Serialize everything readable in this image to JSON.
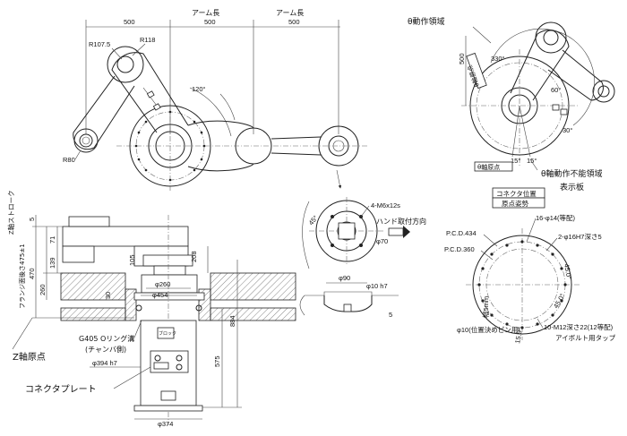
{
  "top_view": {
    "dim_500_a": "500",
    "dim_500_b": "500",
    "dim_500_c": "500",
    "arm_length_1": "アーム長",
    "arm_length_2": "アーム長",
    "r107": "R107.5",
    "r118": "R118",
    "r80": "R80",
    "angle_120": "120°"
  },
  "theta_view": {
    "theta_area": "θ動作領域",
    "theta_no_area": "θ軸動作不能領域",
    "angle_330": "330°",
    "angle_60": "60°",
    "angle_30": "30°",
    "angle_15a": "15°",
    "angle_15b": "15°",
    "dim_500": "500",
    "theta_origin_1": "θ軸原点",
    "theta_origin_2": "θ軸原点",
    "display_plate": "表示板",
    "connector_pos": "コネクタ位置",
    "origin_pose": "原点姿勢"
  },
  "flange_view": {
    "bolt": "4-M6x12s",
    "hand_dir": "ハンド取付方向",
    "phi70": "φ70",
    "angle_45": "45°",
    "phi90": "φ90",
    "phi10h7": "φ10  h7",
    "dim_5": "5"
  },
  "mount_view": {
    "holes_16": "16-φ14(等配)",
    "holes_2": "2-φ16H7深さ5",
    "pcd434": "P.C.D.434",
    "pcd360": "P.C.D.360",
    "angle_45a": "45.0°",
    "angle_45b": "45.0°",
    "m12": "10-M12深さ22(12等配)",
    "eyebolt": "アイボルト用タップ",
    "phi10_pos": "φ10(位置決めピン用)",
    "width_note": "幅5mm",
    "dim_15a": "15.0°"
  },
  "side_view": {
    "z_stroke": "Z軸ストローク",
    "flange_surface": "フランジ面後さ475±1",
    "z_origin": "Z軸原点",
    "connector_plate": "コネクタプレート",
    "g405": "G405 Oリング溝",
    "chamfer": "(チャンバ側)",
    "phi394": "φ394  h7",
    "phi374": "φ374",
    "phi260": "φ260",
    "phi454": "φ454",
    "dims": {
      "d5": "5",
      "d71": "71",
      "d139": "139",
      "d470": "470",
      "d260": "260",
      "d105": "105",
      "d208": "208",
      "d30": "30",
      "d884": "884",
      "d575": "575"
    },
    "label_block": "ブロック"
  }
}
